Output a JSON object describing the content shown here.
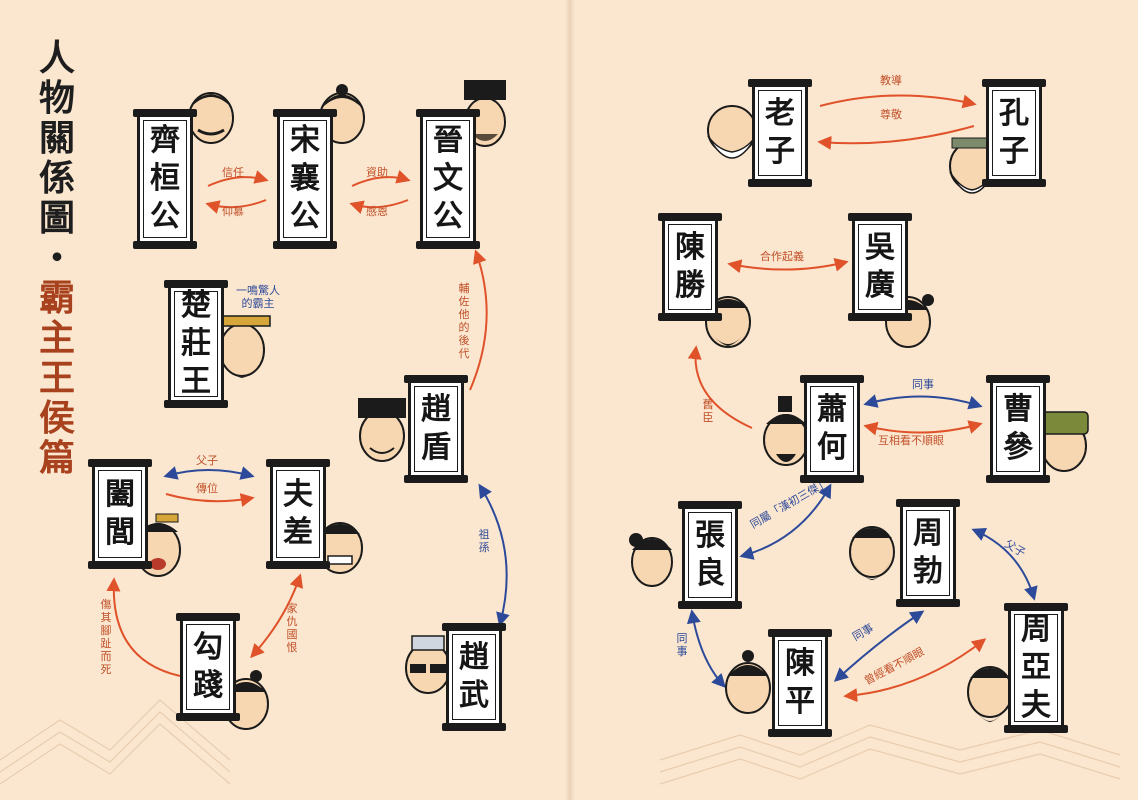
{
  "title": {
    "main": [
      "人",
      "物",
      "關",
      "係",
      "圖"
    ],
    "separator": "・",
    "sub": [
      "霸",
      "主",
      "王",
      "侯",
      "篇"
    ]
  },
  "colors": {
    "background": "#fbe7cf",
    "red_arrow": "#e0522a",
    "blue_arrow": "#2d4a9a",
    "ink": "#1b1b1b"
  },
  "characters": {
    "qi_huan_gong": "齊桓公",
    "song_xiang_gong": "宋襄公",
    "jin_wen_gong": "晉文公",
    "chu_zhuang_wang": "楚莊王",
    "zhao_dun": "趙盾",
    "he_lu": "闔閭",
    "fu_chai": "夫差",
    "gou_jian": "勾踐",
    "zhao_wu": "趙武",
    "lao_zi": "老子",
    "kong_zi": "孔子",
    "chen_sheng": "陳勝",
    "wu_guang": "吳廣",
    "xiao_he": "蕭何",
    "cao_shen": "曹參",
    "zhang_liang": "張良",
    "zhou_bo": "周勃",
    "chen_ping": "陳平",
    "zhou_yafu": "周亞夫"
  },
  "relations": {
    "qi_to_song": "信任",
    "song_to_qi": "仰慕",
    "song_to_jin": "資助",
    "jin_to_song": "感恩",
    "zhao_dun_to_jin": "輔佐他的後代",
    "chu_note": "一鳴驚人的霸主",
    "helu_fuchai_relation": "父子",
    "helu_to_fuchai": "傳位",
    "fuchai_goujian": "家仇國恨",
    "goujian_to_helu": "傷其腳趾而死",
    "zhaodun_zhaowu": "祖孫",
    "laozi_to_kongzi": "教導",
    "kongzi_to_laozi": "尊敬",
    "chensheng_wuguang": "合作起義",
    "xiaohe_to_chensheng": "舊臣",
    "xiaohe_caoshen_top": "同事",
    "xiaohe_caoshen_bottom": "互相看不順眼",
    "zhangliang_xiaohe": "同屬「漢初三傑」",
    "zhoubo_zhouyafu": "父子",
    "zhangliang_chenping": "同事",
    "chenping_zhoubo_top": "同事",
    "chenping_zhoubo_bottom": "曾經看不順眼"
  }
}
